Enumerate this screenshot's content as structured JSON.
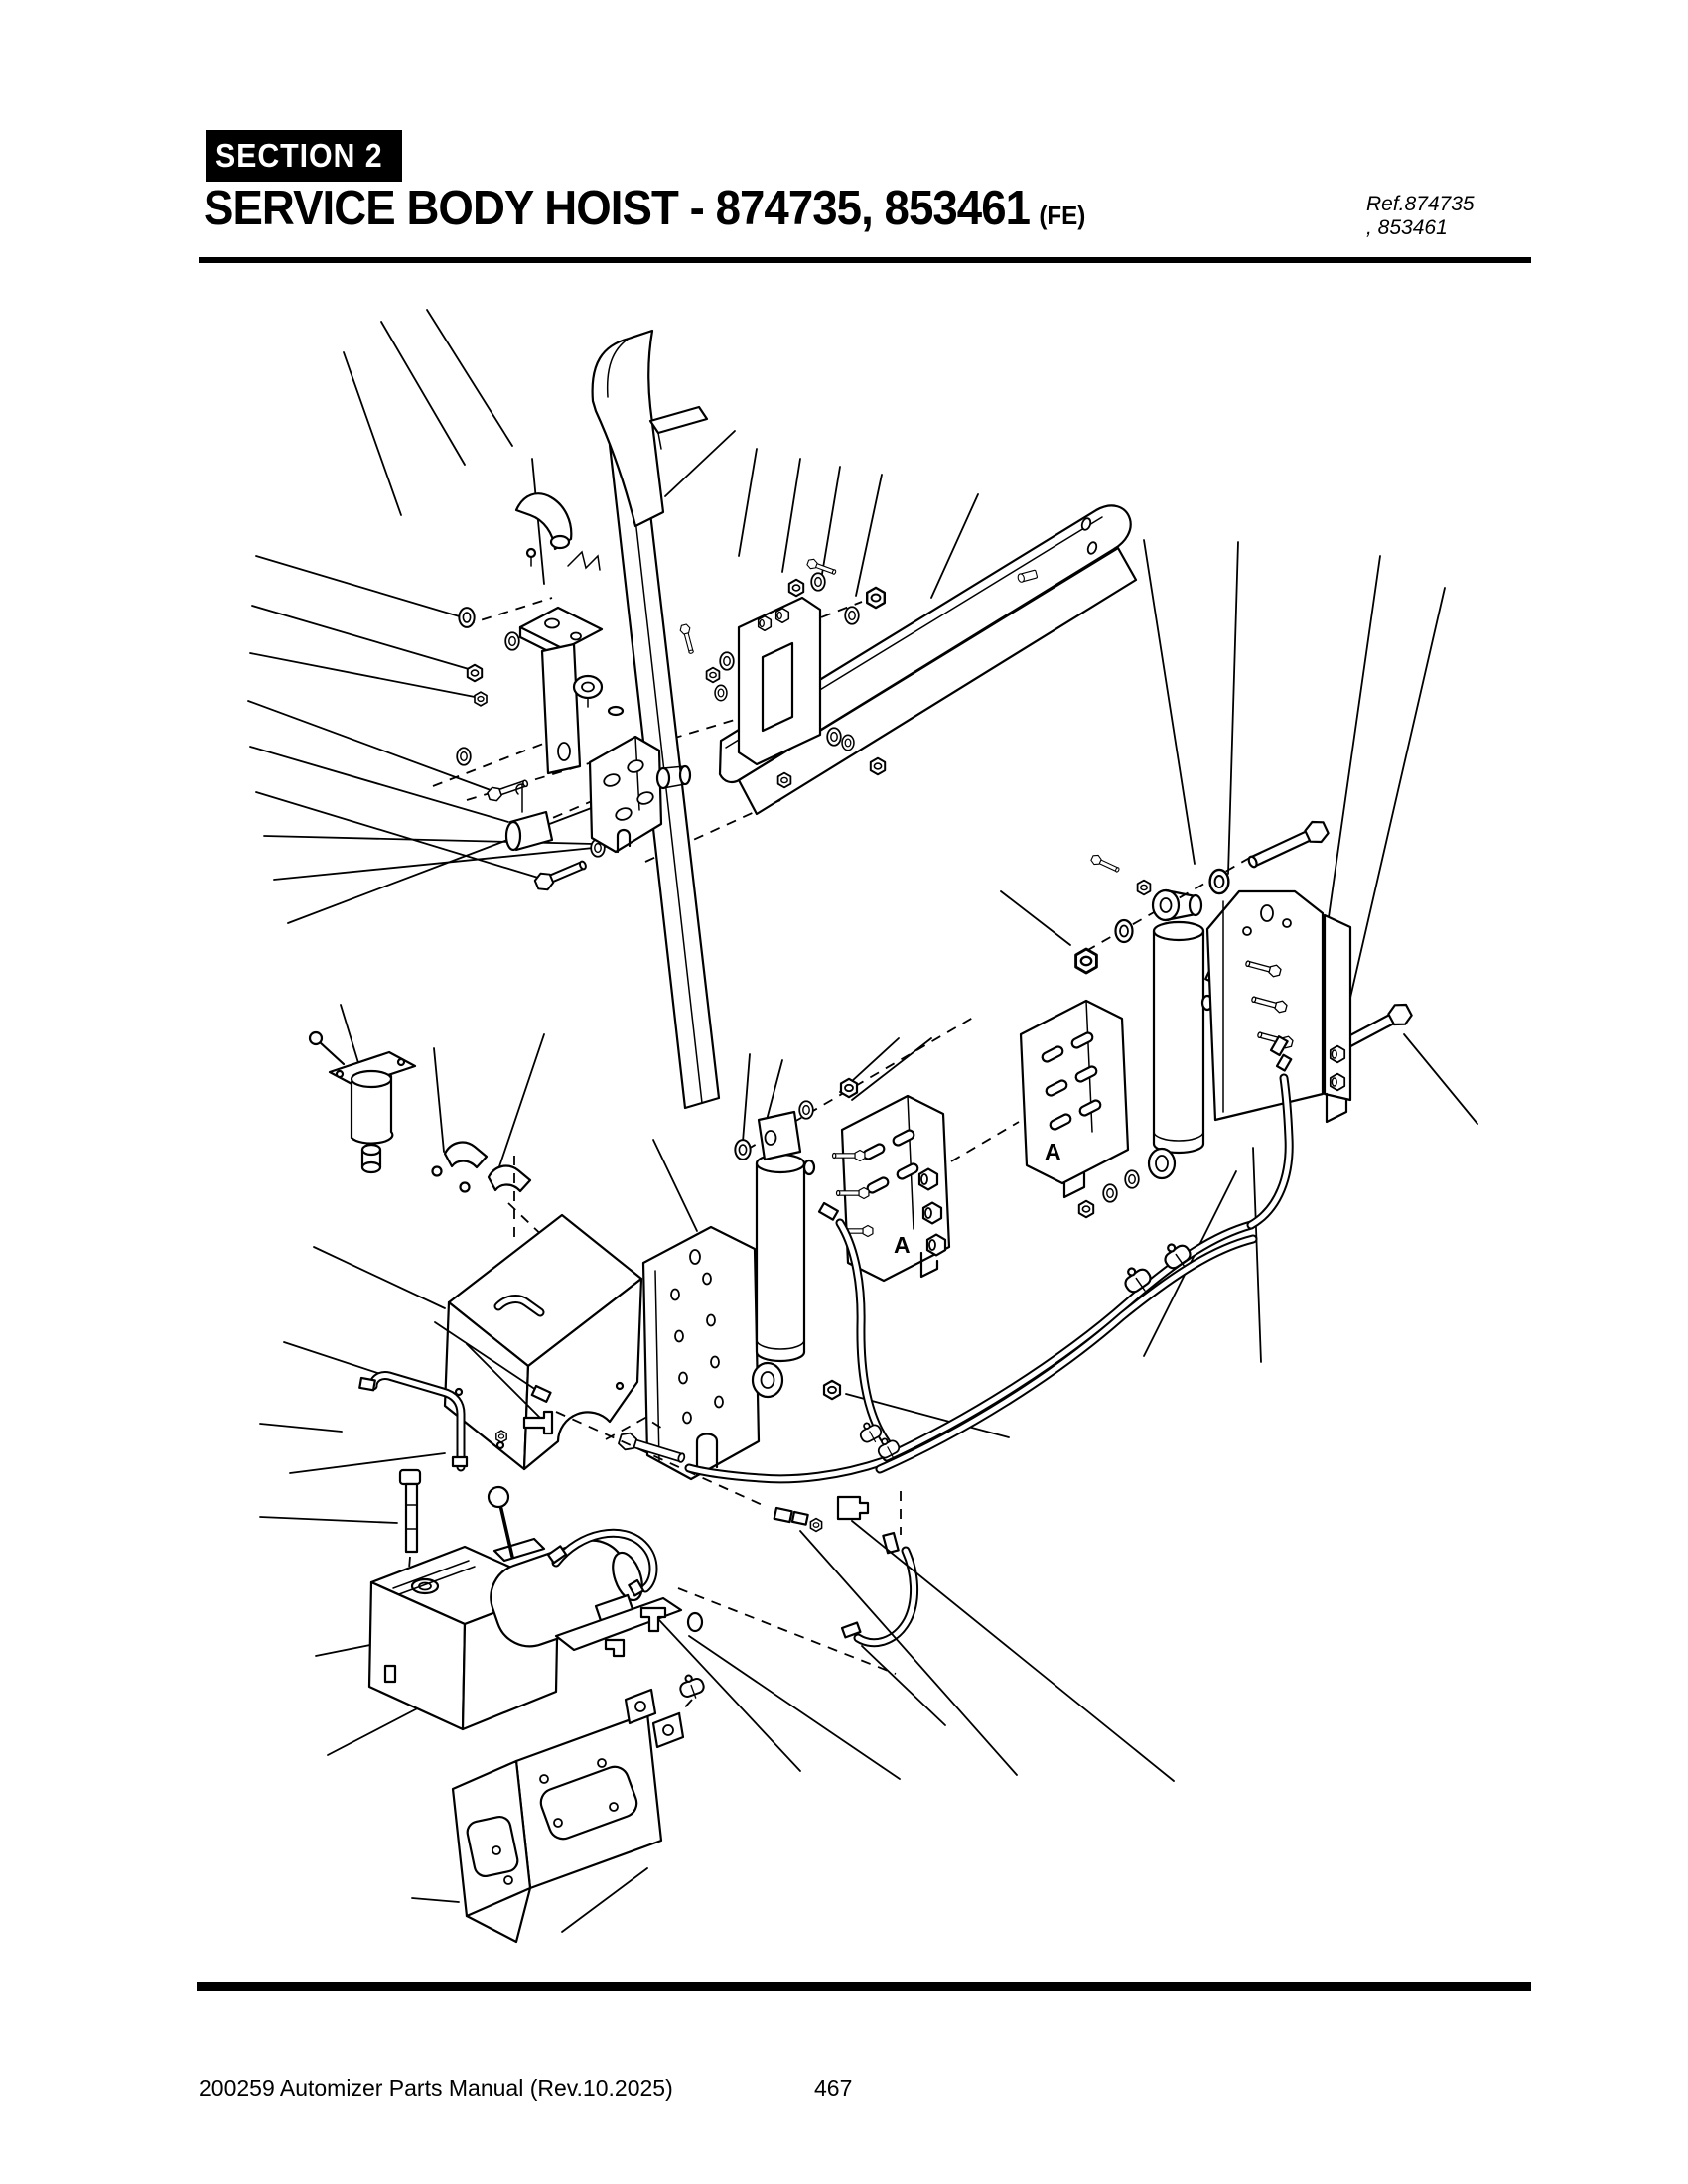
{
  "header": {
    "section_label": "SECTION 2",
    "title": "SERVICE BODY HOIST - 874735, 853461",
    "title_suffix": "(FE)",
    "reference": {
      "line1": "Ref.874735",
      "line2": ", 853461"
    }
  },
  "diagram": {
    "view_label": "A"
  },
  "footer": {
    "manual_title": "200259 Automizer Parts Manual (Rev.10.2025)",
    "page_number": "467"
  }
}
